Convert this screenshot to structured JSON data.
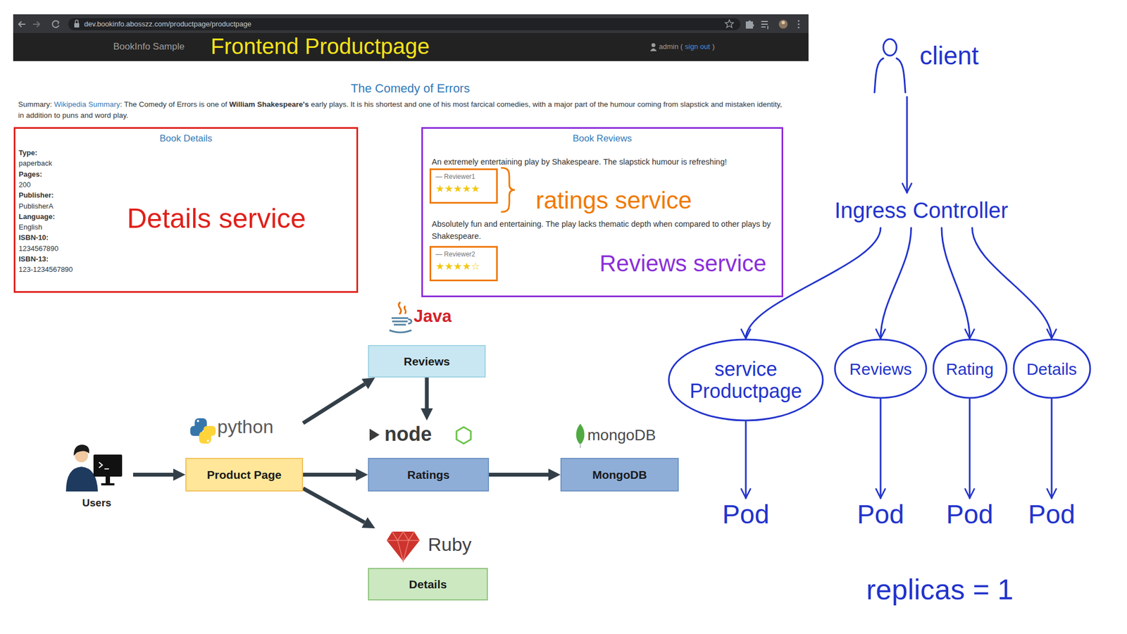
{
  "diagram": {
    "nodes": [
      {
        "text": [
          "dev.bookinfo.abosszz.com/productpage/productpage",
          "BookInfo Sample",
          "admin (",
          "sign out",
          ")"
        ]
      },
      {
        "text": [
          "Book Details",
          "Type:",
          "paperback",
          "Pages:",
          "200",
          "Publisher:",
          "PublisherA",
          "Language:",
          "English",
          "ISBN-10:",
          "1234567890",
          "ISBN-13:",
          "123-1234567890"
        ]
      },
      {
        "text": [
          "Book Reviews",
          "An extremely entertaining play by Shakespeare. The slapstick humour is refreshing!",
          "Absolutely fun and entertaining. The play lacks thematic depth when compared to other plays by Shakespeare."
        ]
      },
      {
        "text": [
          "— Reviewer1",
          "★★★★★"
        ],
        "in": 2
      },
      {
        "text": [
          "— Reviewer2",
          "★★★★☆"
        ],
        "in": 2
      },
      {
        "text": [
          "Users"
        ]
      },
      {
        "text": [
          "python",
          "Product Page"
        ]
      },
      {
        "text": [
          "Java",
          "Reviews"
        ]
      },
      {
        "text": [
          "node",
          "Ratings"
        ]
      },
      {
        "text": [
          "mongoDB",
          "MongoDB"
        ]
      },
      {
        "text": [
          "Ruby",
          "Details"
        ]
      },
      {
        "text": [
          "client"
        ]
      },
      {
        "text": [
          "Ingress Controller"
        ]
      },
      {
        "text": [
          "service Productpage"
        ]
      },
      {
        "text": [
          "Reviews"
        ]
      },
      {
        "text": [
          "Rating"
        ]
      },
      {
        "text": [
          "Details"
        ]
      },
      {
        "text": [
          "Pod"
        ]
      },
      {
        "text": [
          "Pod"
        ]
      },
      {
        "text": [
          "Pod"
        ]
      },
      {
        "text": [
          "Pod"
        ]
      }
    ],
    "edges": [
      {
        "from": 5,
        "to": 6,
        "arrow": "to"
      },
      {
        "from": 6,
        "to": 7,
        "arrow": "to"
      },
      {
        "from": 6,
        "to": 8,
        "arrow": "to"
      },
      {
        "from": 6,
        "to": 10,
        "arrow": "to"
      },
      {
        "from": 7,
        "to": 8,
        "arrow": "to"
      },
      {
        "from": 8,
        "to": 9,
        "arrow": "to"
      },
      {
        "from": 11,
        "to": 12,
        "arrow": "to"
      },
      {
        "from": 12,
        "to": 13,
        "arrow": "to"
      },
      {
        "from": 12,
        "to": 14,
        "arrow": "to"
      },
      {
        "from": 12,
        "to": 15,
        "arrow": "to"
      },
      {
        "from": 12,
        "to": 16,
        "arrow": "to"
      },
      {
        "from": 13,
        "to": 17,
        "arrow": "to"
      },
      {
        "from": 14,
        "to": 18,
        "arrow": "to"
      },
      {
        "from": 15,
        "to": 19,
        "arrow": "to"
      },
      {
        "from": 16,
        "to": 20,
        "arrow": "to"
      }
    ],
    "labels": [
      "Frontend Productpage",
      "The Comedy of Errors",
      "Summary:",
      "Wikipedia Summary",
      ": The Comedy of Errors is one of",
      "William Shakespeare's",
      "early plays. It is his shortest and one of his most farcical comedies, with a major part of the humour coming from slapstick and mistaken identity, in addition to puns and word play.",
      "Details service",
      "ratings service",
      "Reviews service",
      "replicas = 1"
    ]
  }
}
